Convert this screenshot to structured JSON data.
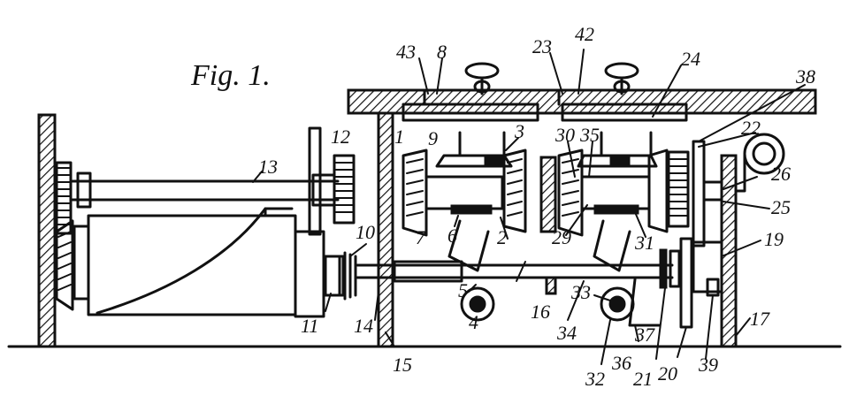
{
  "figure": {
    "title": "Fig. 1."
  },
  "labels": [
    "43",
    "8",
    "23",
    "42",
    "24",
    "38",
    "22",
    "12",
    "13",
    "1",
    "9",
    "3",
    "30",
    "35",
    "26",
    "25",
    "7",
    "6",
    "2",
    "29",
    "31",
    "19",
    "10",
    "5",
    "4",
    "16",
    "33",
    "34",
    "17",
    "11",
    "14",
    "15",
    "32",
    "36",
    "37",
    "21",
    "20",
    "39"
  ]
}
